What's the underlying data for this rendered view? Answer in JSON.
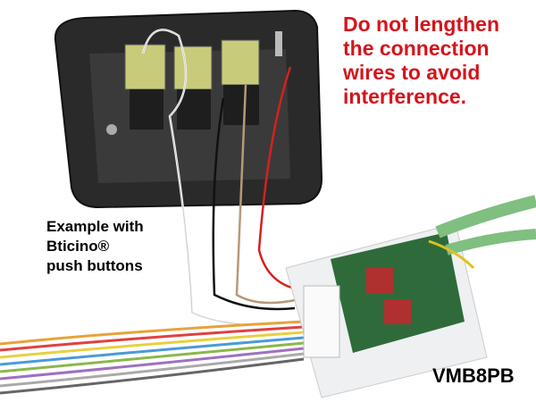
{
  "warning": {
    "lines": [
      "Do not lengthen",
      "the connection",
      "wires to avoid",
      "interference."
    ],
    "color": "#d4141c"
  },
  "caption": {
    "lines": [
      "Example with",
      "Bticino®",
      "push buttons"
    ]
  },
  "model_label": "VMB8PB",
  "colors": {
    "device_body": "#2a2a2a",
    "switch": "#c8cc7a",
    "module_board": "#2f6b3a",
    "cable": "#7fbf7f"
  }
}
